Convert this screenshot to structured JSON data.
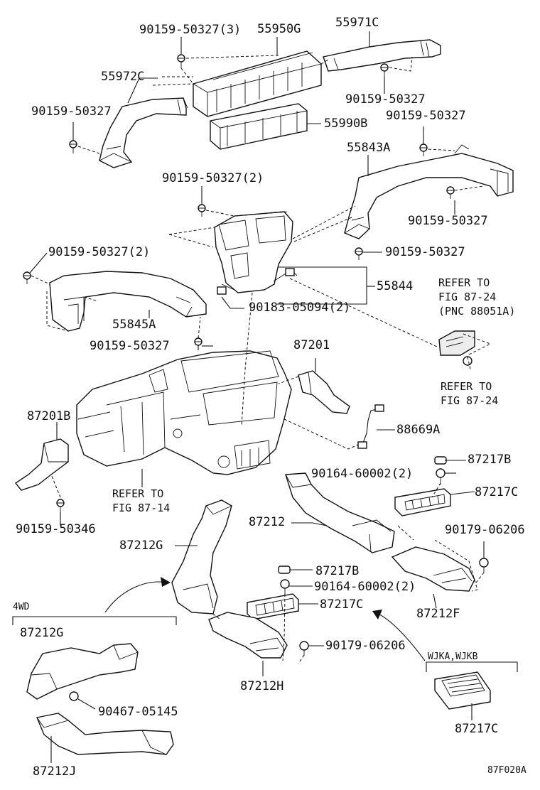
{
  "labels": {
    "l_90159_50327_3": "90159-50327(3)",
    "l_55950G": "55950G",
    "l_55971C": "55971C",
    "l_55972C": "55972C",
    "l_90159_50327_a": "90159-50327",
    "l_90159_50327_b": "90159-50327",
    "l_90159_50327_c": "90159-50327",
    "l_55990B": "55990B",
    "l_55843A": "55843A",
    "l_90159_50327_2a": "90159-50327(2)",
    "l_90159_50327_d": "90159-50327",
    "l_90159_50327_2b": "90159-50327(2)",
    "l_90159_50327_e": "90159-50327",
    "l_refer_to_1": "REFER TO",
    "l_fig_87_24_a": "FIG 87-24",
    "l_pnc": "(PNC 88051A)",
    "l_55844": "55844",
    "l_55845A": "55845A",
    "l_90183_05094": "90183-05094(2)",
    "l_90159_50327_f": "90159-50327",
    "l_87201": "87201",
    "l_refer_to_2": "REFER TO",
    "l_fig_87_24_b": "FIG 87-24",
    "l_87201B": "87201B",
    "l_88669A": "88669A",
    "l_87217B_a": "87217B",
    "l_90164_60002_a": "90164-60002(2)",
    "l_refer_to_3": "REFER TO",
    "l_fig_87_14": "FIG 87-14",
    "l_87217C_a": "87217C",
    "l_90159_50346": "90159-50346",
    "l_87212": "87212",
    "l_90179_06206_a": "90179-06206",
    "l_87212G_a": "87212G",
    "l_87217B_b": "87217B",
    "l_90164_60002_b": "90164-60002(2)",
    "l_4wd": "4WD",
    "l_87217C_b": "87217C",
    "l_87212F": "87212F",
    "l_87212G_b": "87212G",
    "l_90179_06206_b": "90179-06206",
    "l_wjka": "WJKA,WJKB",
    "l_87212H": "87212H",
    "l_90467_05145": "90467-05145",
    "l_87217C_c": "87217C",
    "l_87212J": "87212J",
    "l_fig_id": "87F020A"
  }
}
